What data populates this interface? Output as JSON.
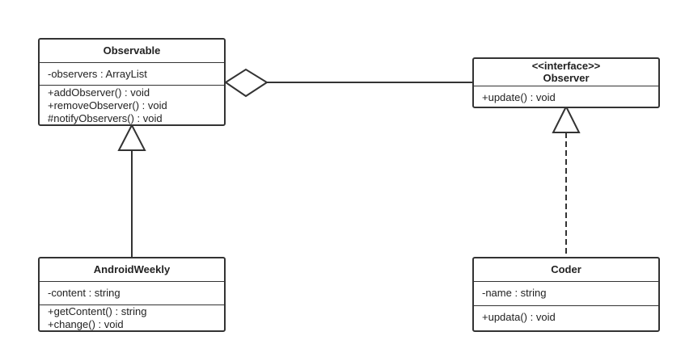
{
  "classes": {
    "observable": {
      "name": "Observable",
      "attributes": [
        "-observers  : ArrayList"
      ],
      "methods": [
        "+addObserver() : void",
        "+removeObserver() : void",
        "#notifyObservers() : void"
      ]
    },
    "observer": {
      "stereotype": "<<interface>>",
      "name": "Observer",
      "methods": [
        "+update() : void"
      ]
    },
    "android_weekly": {
      "name": "AndroidWeekly",
      "attributes": [
        "-content : string"
      ],
      "methods": [
        "+getContent() : string",
        "+change() : void"
      ]
    },
    "coder": {
      "name": "Coder",
      "attributes": [
        "-name : string"
      ],
      "methods": [
        "+updata() : void"
      ]
    }
  },
  "colors": {
    "stroke": "#333333",
    "fill": "#ffffff"
  }
}
